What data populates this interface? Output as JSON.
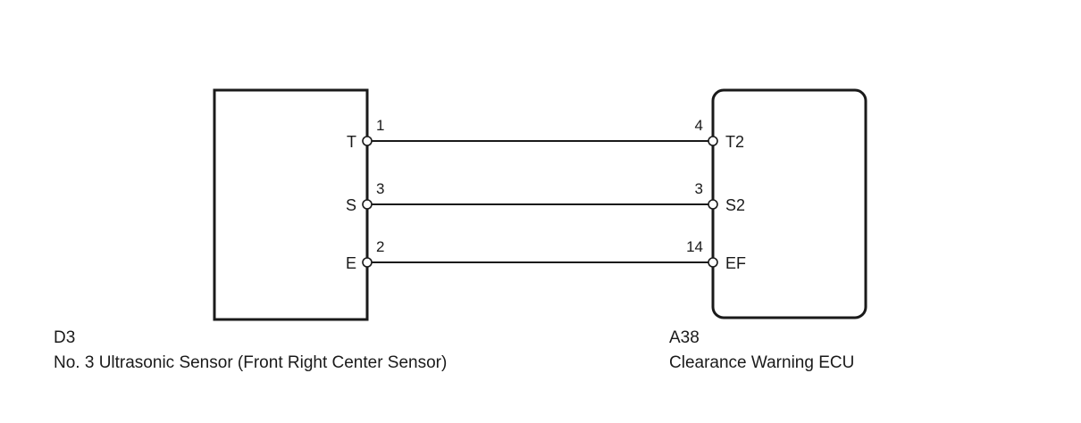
{
  "left_component": {
    "code": "D3",
    "name": "No. 3 Ultrasonic Sensor (Front Right Center Sensor)",
    "pins": [
      {
        "label": "T",
        "number": "1"
      },
      {
        "label": "S",
        "number": "3"
      },
      {
        "label": "E",
        "number": "2"
      }
    ]
  },
  "right_component": {
    "code": "A38",
    "name": "Clearance Warning ECU",
    "pins": [
      {
        "label": "T2",
        "number": "4"
      },
      {
        "label": "S2",
        "number": "3"
      },
      {
        "label": "EF",
        "number": "14"
      }
    ]
  }
}
